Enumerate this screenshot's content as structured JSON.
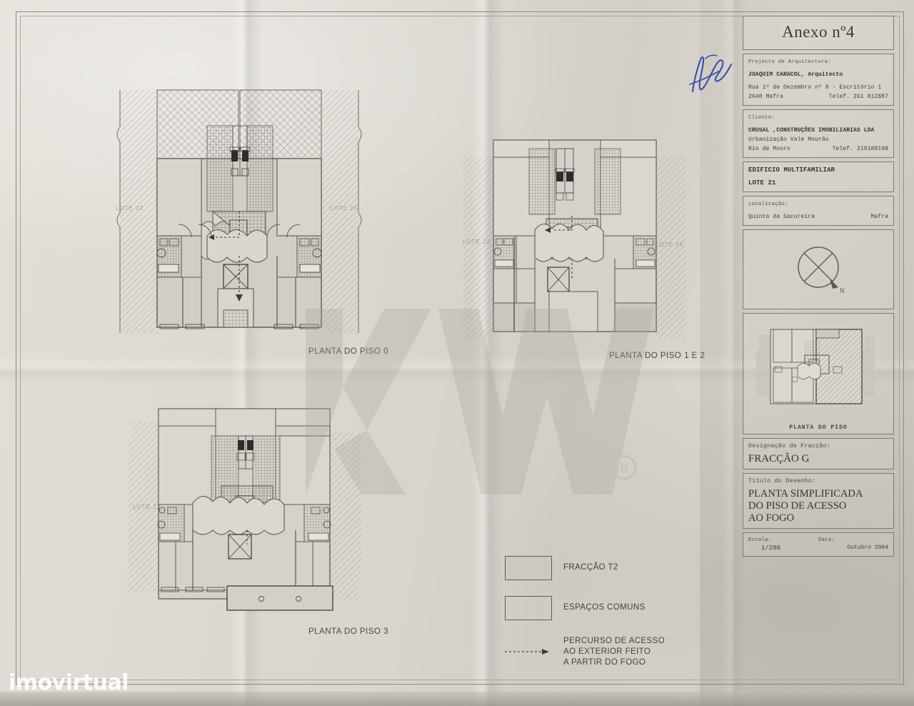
{
  "document": {
    "sheet_title": "Anexo nº4",
    "type": "architectural-floor-plan-sheet"
  },
  "title_block": {
    "heading": "Anexo nº4",
    "project_label": "Projecto de Arquitectura:",
    "architect_name": "JOAQUIM CARACOL, Arquitecto",
    "architect_address_1": "Rua 1º de Dezembro nº 8 - Escritório 1",
    "architect_address_2": "2640 Mafra",
    "architect_phone": "Telef. 261 812887",
    "client_label": "Cliente:",
    "client_name": "CRUSAL ,CONSTRUÇÕES IMOBILIARIAS LDA",
    "client_address_1": "Urbanização Vale Mourão",
    "client_address_2": "Rio de Mouro",
    "client_phone": "Telef. 219188198",
    "building_line_1": "EDIFICIO MULTIFAMILIAR",
    "building_line_2": "LOTE 21",
    "location_label": "Localização:",
    "location_place": "Quinta da Sacoreira",
    "location_town": "Mafra",
    "north_marker": "N",
    "keyplan_caption": "PLANTA DO PISO",
    "fraction_label": "Designação da Fracção:",
    "fraction_value": "FRACÇÃO G",
    "drawing_label": "Titulo do Desenho:",
    "drawing_value_1": "PLANTA SIMPLIFICADA",
    "drawing_value_2": "DO PISO DE ACESSO",
    "drawing_value_3": "AO FOGO",
    "scale_label": "Escala:",
    "scale_value": "1/200",
    "date_label": "Data:",
    "date_value": "Outubro 2004"
  },
  "plans": [
    {
      "id": "piso-0",
      "label": "PLANTA DO PISO 0"
    },
    {
      "id": "piso-1-2",
      "label": "PLANTA DO PISO 1 E 2"
    },
    {
      "id": "piso-3",
      "label": "PLANTA DO PISO 3"
    }
  ],
  "lot_annotations": {
    "left": "LOTE 22",
    "right": "LOTE 20"
  },
  "legend": {
    "items": [
      {
        "swatch": "filled",
        "label": "FRACÇÃO T2"
      },
      {
        "swatch": "hollow",
        "label": "ESPAÇOS COMUNS"
      }
    ],
    "route_line_1": "PERCURSO DE ACESSO",
    "route_line_2": "AO EXTERIOR FEITO",
    "route_line_3": "A PARTIR DO FOGO"
  },
  "watermarks": {
    "kw": "KW",
    "kw_registered": "®",
    "portal": "imovirtual"
  },
  "colors": {
    "paper": "#d8d4cd",
    "ink": "#4a4843",
    "line": "#6b6862",
    "fill_fraction": "#cdc9c2",
    "signature_blue": "#3b4fa8"
  }
}
